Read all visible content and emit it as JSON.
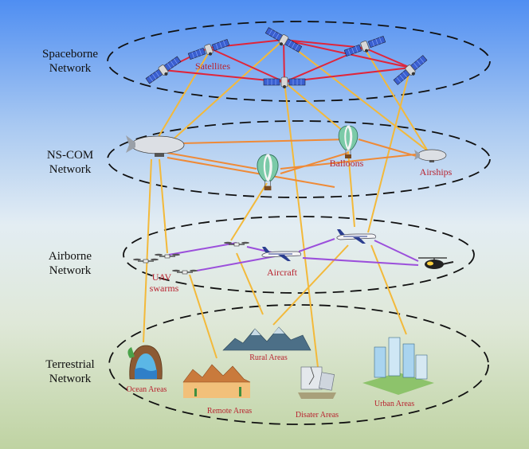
{
  "layers": [
    {
      "name_line1": "Spaceborne",
      "name_line2": "Network"
    },
    {
      "name_line1": "NS-COM",
      "name_line2": "Network"
    },
    {
      "name_line1": "Airborne",
      "name_line2": "Network"
    },
    {
      "name_line1": "Terrestrial",
      "name_line2": "Network"
    }
  ],
  "labels": {
    "satellites": "Satellites",
    "balloons": "Balloons",
    "airships": "Airships",
    "uav_line1": "UAV",
    "uav_line2": "swarms",
    "aircraft": "Aircraft",
    "ocean": "Ocean Areas",
    "rural": "Rural Areas",
    "remote": "Remote Areas",
    "disaster": "Disater Areas",
    "urban": "Urban Areas"
  },
  "colors": {
    "sky_top": "#5a94f2",
    "sky_mid": "#dbe8f5",
    "ground": "#c3d5a7",
    "space_links": "#e0253a",
    "nscom_links": "#ef8a37",
    "air_links": "#9b4fdb",
    "vertical_links": "#f3b93a",
    "label_red": "#b8232f"
  }
}
